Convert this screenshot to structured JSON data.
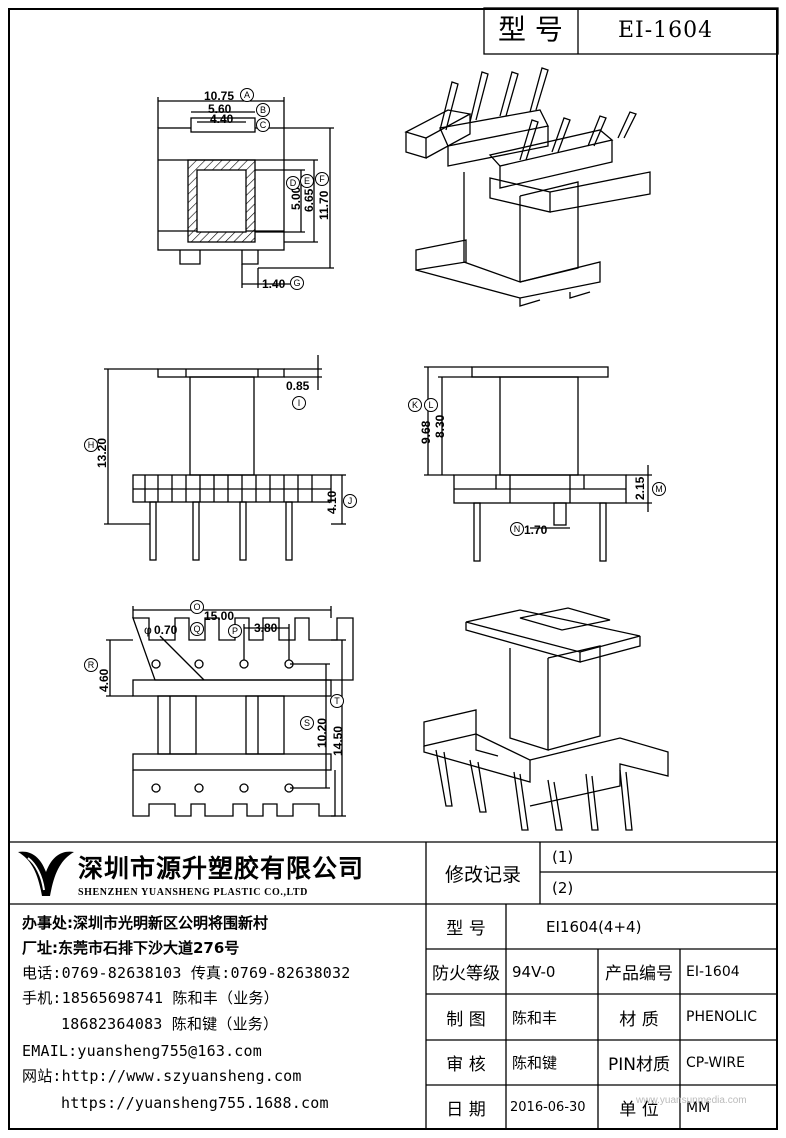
{
  "title_block": {
    "model_label": "型 号",
    "model_value": "EI-1604"
  },
  "dimensions": {
    "A": "10.75",
    "B": "5.60",
    "C": "4.40",
    "D": "5.00",
    "E": "6.65",
    "F": "11.70",
    "G": "1.40",
    "H": "13.20",
    "I": "0.85",
    "J": "4.10",
    "K": "9.68",
    "L": "8.30",
    "M": "2.15",
    "N": "1.70",
    "O": "15.00",
    "Q_prefix": "φ",
    "Q": "0.70",
    "P": "3.80",
    "R": "4.60",
    "S": "10.20",
    "T": "14.50"
  },
  "markers": {
    "A": "A",
    "B": "B",
    "C": "C",
    "D": "D",
    "E": "E",
    "F": "F",
    "G": "G",
    "H": "H",
    "I": "I",
    "J": "J",
    "K": "K",
    "L": "L",
    "M": "M",
    "N": "N",
    "O": "O",
    "P": "P",
    "Q": "Q",
    "R": "R",
    "S": "S",
    "T": "T"
  },
  "company": {
    "name_cn": "深圳市源升塑胶有限公司",
    "name_en": "SHENZHEN YUANSHENG PLASTIC CO.,LTD",
    "logo_icon": "ys-logo-icon",
    "office": "办事处:深圳市光明新区公明将围新村",
    "factory": "厂址:东莞市石排下沙大道276号",
    "phone": "电话:0769-82638103 传真:0769-82638032",
    "mobile1": "手机:18565698741 陈和丰（业务）",
    "mobile2": "18682364083 陈和键（业务）",
    "email": "EMAIL:yuansheng755@163.com",
    "website1": "网站:http://www.szyuansheng.com",
    "website2": "https://yuansheng755.1688.com"
  },
  "revision": {
    "label": "修改记录",
    "r1": "(1)",
    "r2": "(2)"
  },
  "spec": {
    "model_label": "型 号",
    "model_value": "EI1604(4+4)",
    "fire_label": "防火等级",
    "fire_value": "94V-0",
    "product_no_label": "产品编号",
    "product_no_value": "EI-1604",
    "drawn_label": "制 图",
    "drawn_value": "陈和丰",
    "material_label": "材 质",
    "material_value": "PHENOLIC",
    "check_label": "审 核",
    "check_value": "陈和键",
    "pin_label": "PIN材质",
    "pin_value": "CP-WIRE",
    "date_label": "日 期",
    "date_value": "2016-06-30",
    "unit_label": "单 位",
    "unit_value": "MM"
  },
  "watermark": "www.yuansunmedia.com"
}
